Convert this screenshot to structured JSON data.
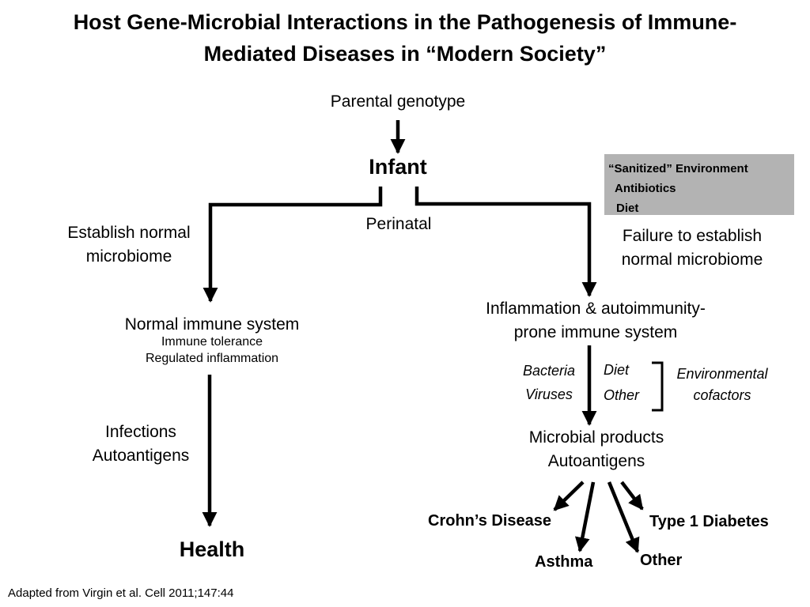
{
  "title": {
    "line1": "Host Gene-Microbial Interactions in the Pathogenesis of Immune-",
    "line2": "Mediated Diseases in “Modern Society”"
  },
  "nodes": {
    "parental": "Parental genotype",
    "infant": "Infant",
    "perinatal": "Perinatal",
    "establish": [
      "Establish normal",
      "microbiome"
    ],
    "failure": [
      "Failure to establish",
      "normal microbiome"
    ],
    "sanitized": {
      "title": "“Sanitized” Environment",
      "items": [
        "Antibiotics",
        "Diet"
      ]
    },
    "normal_immune": {
      "title": "Normal immune system",
      "details": [
        "Immune tolerance",
        "Regulated inflammation"
      ]
    },
    "inflammation": [
      "Inflammation & autoimmunity-",
      "prone immune system"
    ],
    "cofactors": {
      "left": [
        "Bacteria",
        "Viruses"
      ],
      "right": [
        "Diet",
        "Other"
      ],
      "label": [
        "Environmental",
        "cofactors"
      ]
    },
    "infections": [
      "Infections",
      "Autoantigens"
    ],
    "microbial": [
      "Microbial products",
      "Autoantigens"
    ],
    "health": "Health",
    "diseases": {
      "crohns": "Crohn’s Disease",
      "asthma": "Asthma",
      "other": "Other",
      "type1": "Type 1 Diabetes"
    }
  },
  "citation": "Adapted from Virgin et al.  Cell 2011;147:44",
  "colors": {
    "text": "#000000",
    "box": "#b3b3b3",
    "background": "#ffffff"
  }
}
